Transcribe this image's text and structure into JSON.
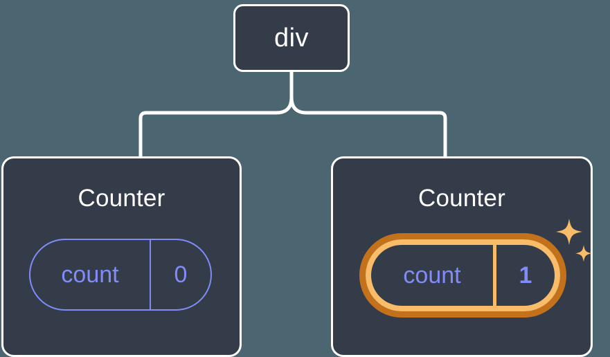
{
  "diagram": {
    "type": "component-tree",
    "title_hidden": true,
    "background_color": "#4b6670",
    "node_fill": "#343b49",
    "node_border": "#ffffff",
    "accent_purple": "#818cf8",
    "highlight_outer": "#c4711b",
    "highlight_inner": "#f9bc68",
    "connector_color": "#ffffff"
  },
  "root": {
    "label": "div"
  },
  "children": [
    {
      "title": "Counter",
      "state": {
        "key": "count",
        "value": "0"
      },
      "highlighted": false,
      "sparkles": false
    },
    {
      "title": "Counter",
      "state": {
        "key": "count",
        "value": "1"
      },
      "highlighted": true,
      "sparkles": true
    }
  ],
  "icons": {
    "sparkle_large": "sparkle-icon",
    "sparkle_small": "sparkle-icon"
  }
}
